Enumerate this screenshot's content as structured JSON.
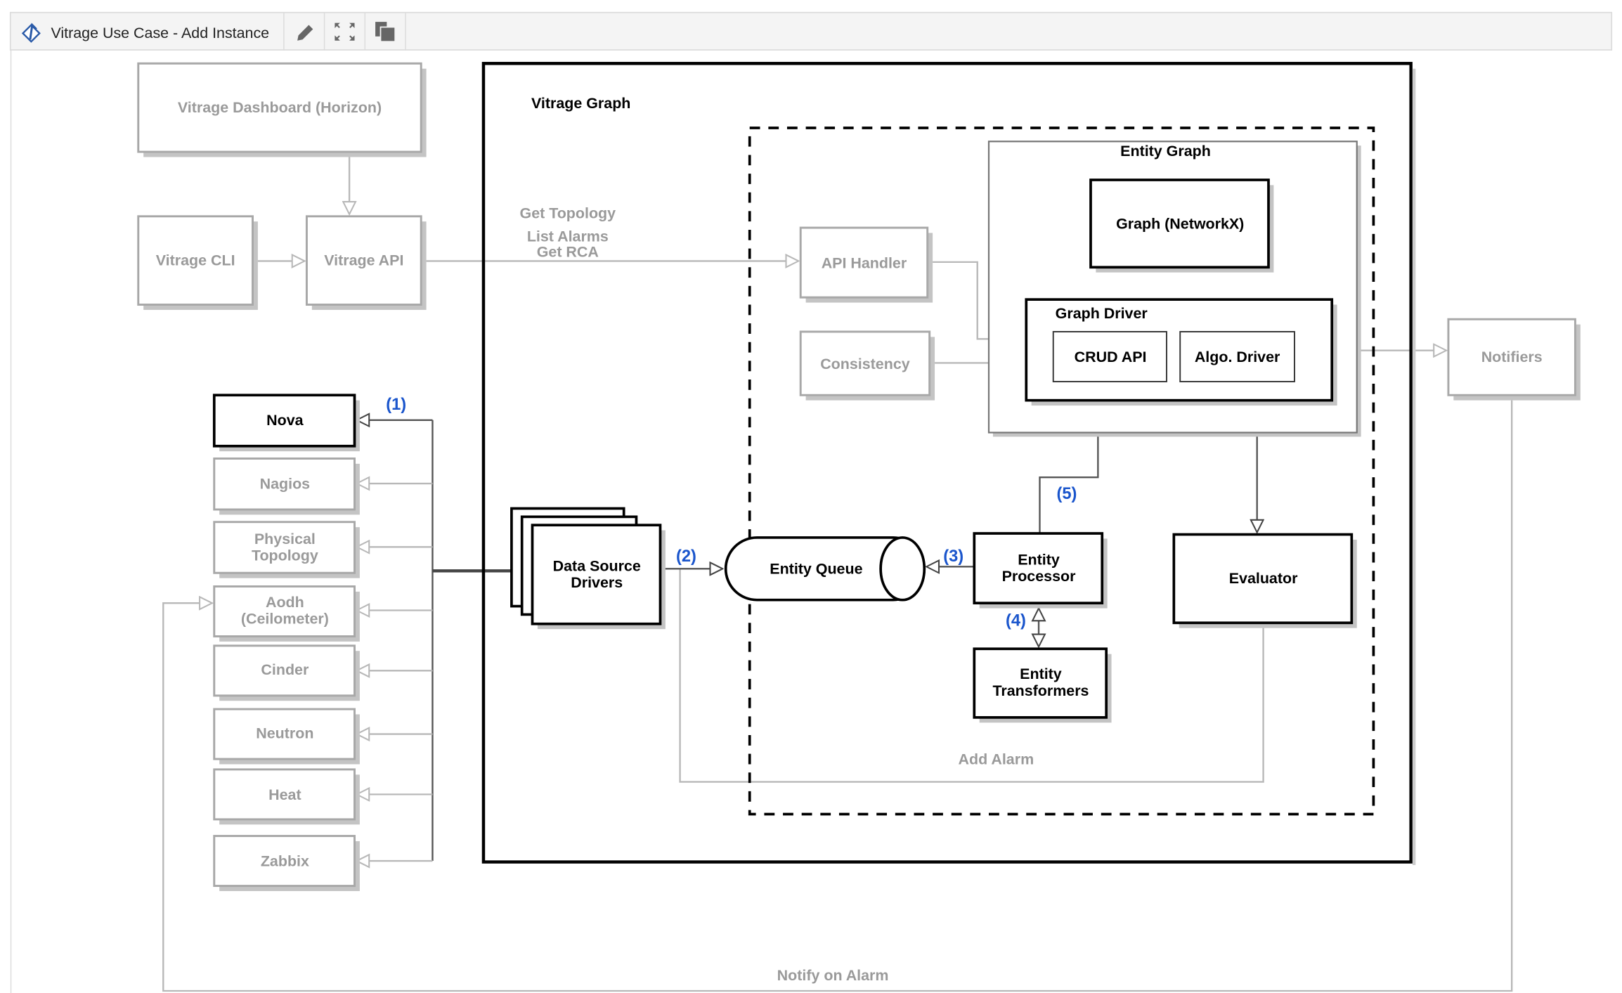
{
  "toolbar": {
    "title": "Vitrage Use Case - Add Instance",
    "icons": [
      "vitrage-logo-icon",
      "pencil-icon",
      "expand-icon",
      "copy-icon"
    ]
  },
  "colors": {
    "label_blue": "#1a55cc",
    "inactive_gray": "#9a9a9a",
    "active_black": "#000000"
  },
  "diagram": {
    "dashboard": "Vitrage Dashboard (Horizon)",
    "cli": "Vitrage CLI",
    "api": "Vitrage API",
    "api_calls": [
      "Get Topology",
      "List Alarms",
      "Get RCA"
    ],
    "vitrage_graph": "Vitrage Graph",
    "entity_graph": "Entity Graph",
    "graph_networkx": "Graph (NetworkX)",
    "graph_driver": "Graph Driver",
    "crud_api": "CRUD API",
    "algo_driver": "Algo. Driver",
    "api_handler": "API Handler",
    "consistency": "Consistency",
    "notifiers": "Notifiers",
    "data_source_drivers": [
      "Data Source",
      "Drivers"
    ],
    "entity_queue": "Entity Queue",
    "entity_processor": [
      "Entity",
      "Processor"
    ],
    "entity_transformers": [
      "Entity",
      "Transformers"
    ],
    "evaluator": "Evaluator",
    "add_alarm": "Add Alarm",
    "notify_on_alarm": "Notify on Alarm",
    "steps": [
      "(1)",
      "(2)",
      "(3)",
      "(4)",
      "(5)"
    ],
    "sources": {
      "nova": "Nova",
      "nagios": "Nagios",
      "physical_topology": [
        "Physical",
        "Topology"
      ],
      "aodh": [
        "Aodh",
        "(Ceilometer)"
      ],
      "cinder": "Cinder",
      "neutron": "Neutron",
      "heat": "Heat",
      "zabbix": "Zabbix"
    }
  }
}
